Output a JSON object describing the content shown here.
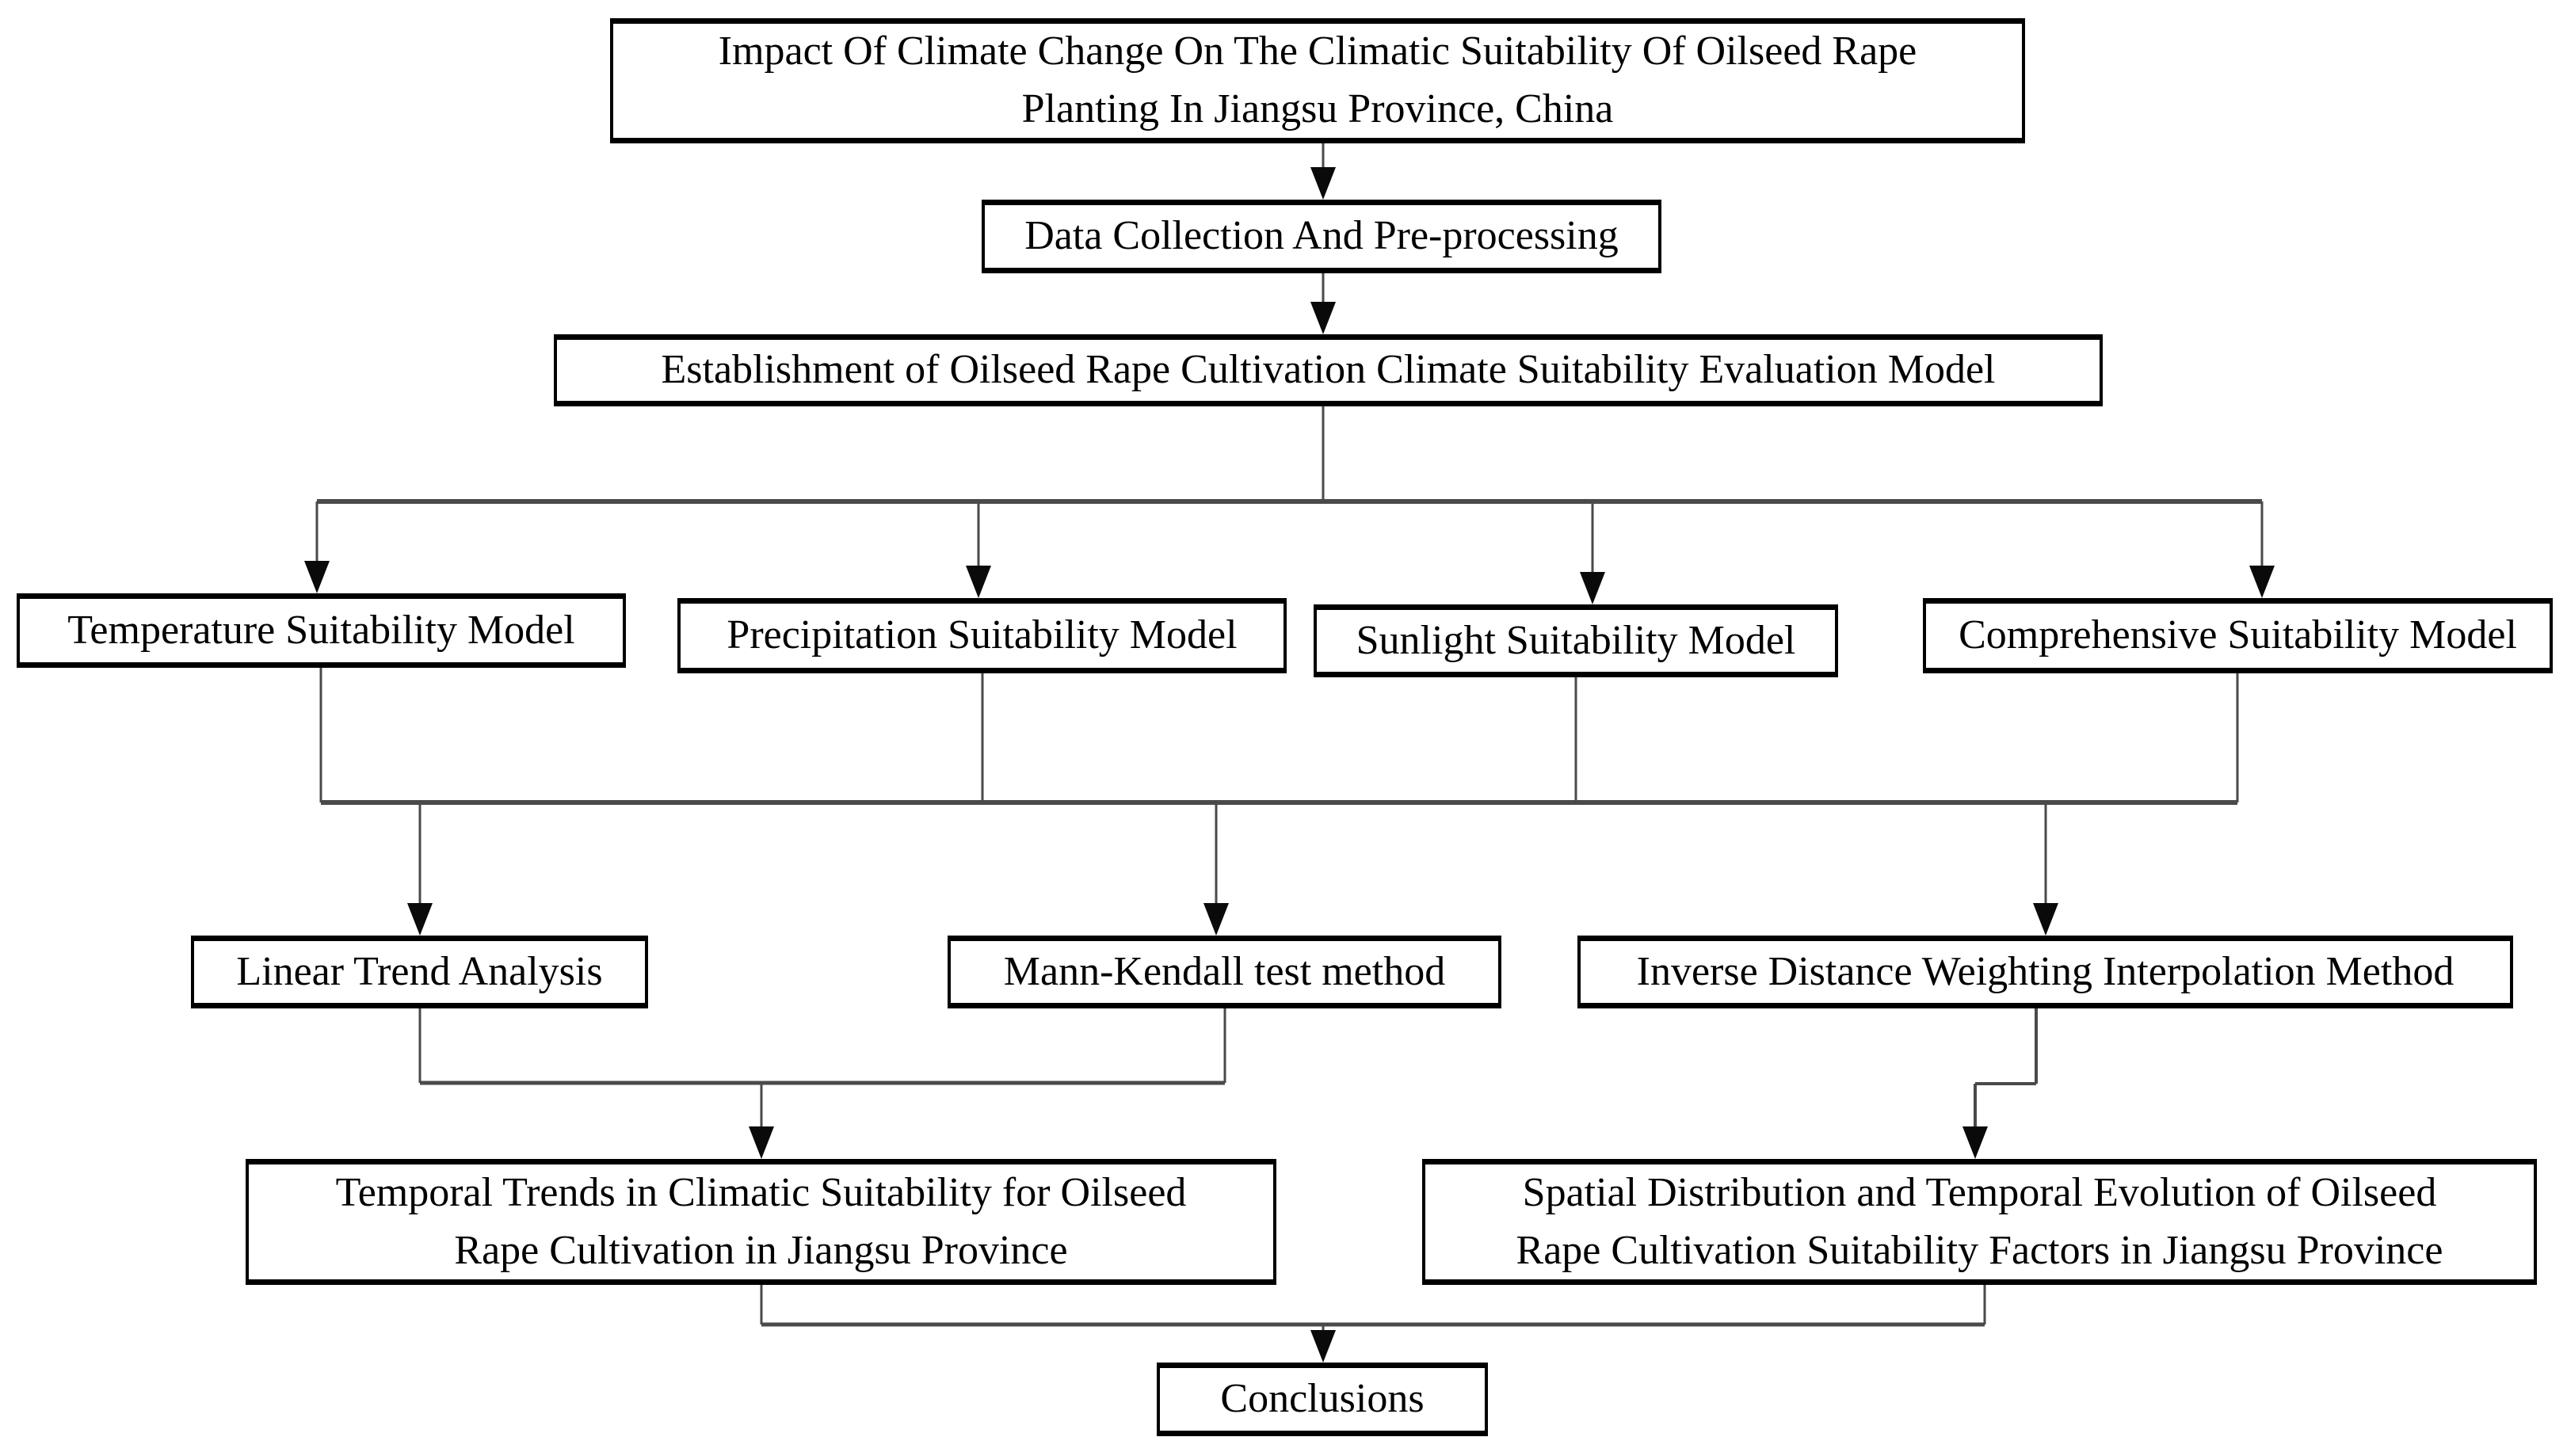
{
  "diagram": {
    "description": "Flowchart of research methodology",
    "colors": {
      "background": "#ffffff",
      "box_fill": "#ffffff",
      "box_border": "#000000",
      "connector": "#4a4a4a",
      "arrowhead": "#0a0a0a",
      "text": "#000000"
    },
    "nodes": {
      "main_title": {
        "lines": [
          "Impact Of Climate Change On The Climatic Suitability Of Oilseed Rape",
          "Planting In Jiangsu Province, China"
        ]
      },
      "data_collection": {
        "label": "Data Collection And Pre-processing"
      },
      "model_establishment": {
        "label": "Establishment of Oilseed Rape Cultivation Climate Suitability Evaluation Model"
      },
      "temperature_model": {
        "label": "Temperature Suitability Model"
      },
      "precipitation_model": {
        "label": "Precipitation Suitability Model"
      },
      "sunlight_model": {
        "label": "Sunlight Suitability Model"
      },
      "comprehensive_model": {
        "label": "Comprehensive Suitability Model"
      },
      "linear_trend": {
        "label": "Linear Trend Analysis"
      },
      "mann_kendall": {
        "label": "Mann-Kendall test method"
      },
      "idw_method": {
        "label": "Inverse Distance Weighting Interpolation Method"
      },
      "temporal_trends": {
        "lines": [
          "Temporal Trends in Climatic Suitability for Oilseed",
          "Rape Cultivation in Jiangsu Province"
        ]
      },
      "spatial_distribution": {
        "lines": [
          "Spatial Distribution and Temporal Evolution of Oilseed",
          "Rape Cultivation Suitability Factors in Jiangsu Province"
        ]
      },
      "conclusions": {
        "label": "Conclusions"
      }
    }
  }
}
